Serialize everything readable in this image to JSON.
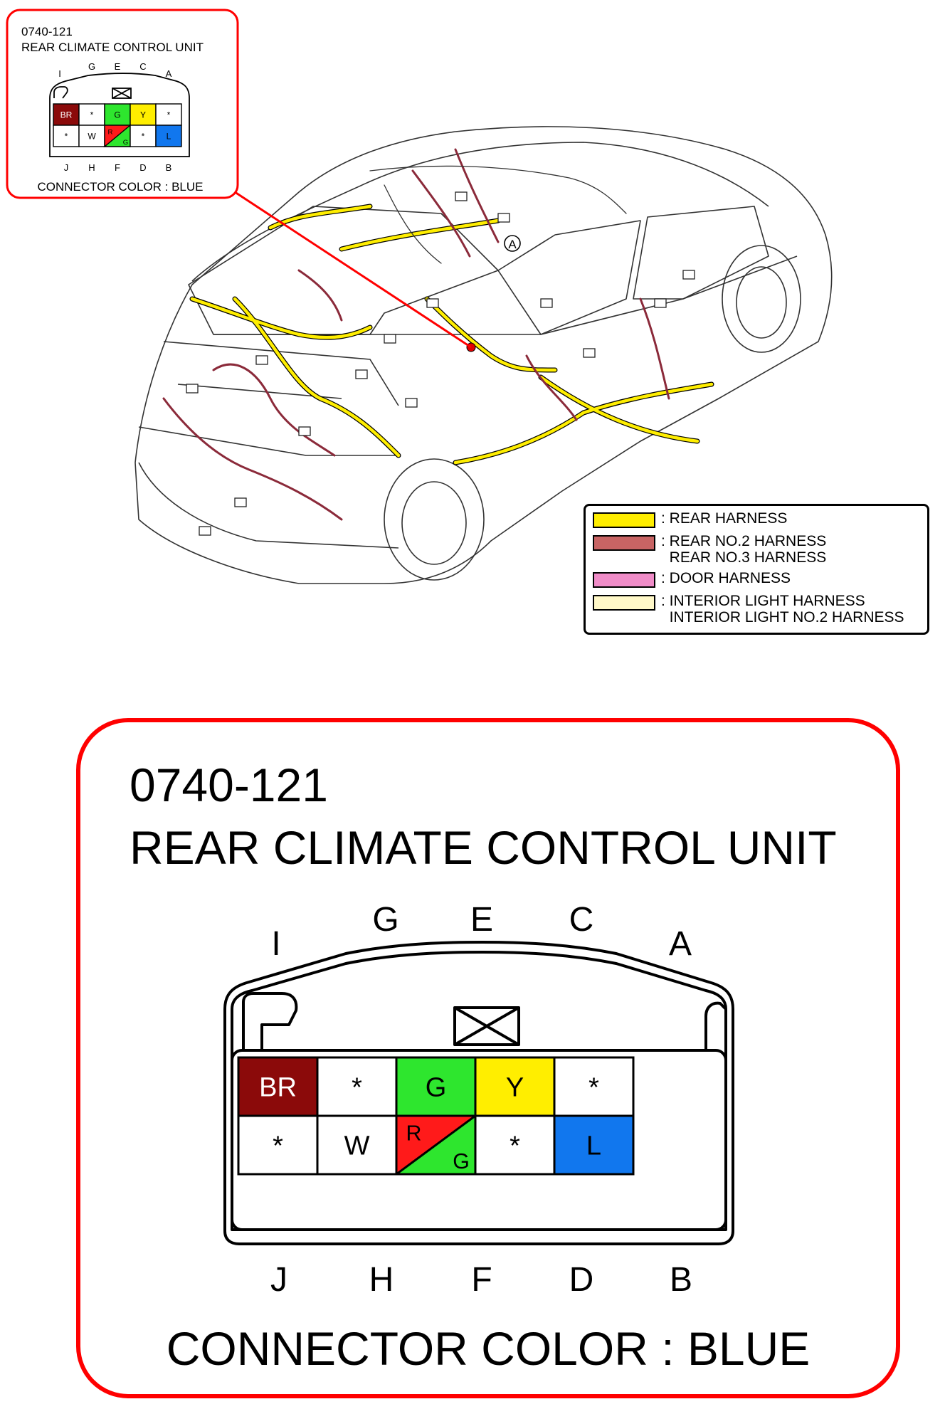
{
  "inset": {
    "code": "0740-121",
    "name": "REAR CLIMATE CONTROL UNIT",
    "top_pins": [
      "I",
      "G",
      "E",
      "C",
      "A"
    ],
    "bottom_pins": [
      "J",
      "H",
      "F",
      "D",
      "B"
    ],
    "connector_color": "CONNECTOR COLOR : BLUE"
  },
  "detail": {
    "code": "0740-121",
    "name": "REAR CLIMATE CONTROL UNIT",
    "top_pins": [
      "I",
      "G",
      "E",
      "C",
      "A"
    ],
    "bottom_pins": [
      "J",
      "H",
      "F",
      "D",
      "B"
    ],
    "connector_color": "CONNECTOR COLOR : BLUE"
  },
  "connector": {
    "top_row": [
      {
        "label": "BR",
        "fill": "#8b0a0a",
        "text_color": "#ffffff"
      },
      {
        "label": "*",
        "fill": "#ffffff",
        "text_color": "#000000"
      },
      {
        "label": "G",
        "fill": "#2ee62e",
        "text_color": "#000000"
      },
      {
        "label": "Y",
        "fill": "#ffee00",
        "text_color": "#000000"
      },
      {
        "label": "*",
        "fill": "#ffffff",
        "text_color": "#000000"
      }
    ],
    "bottom_row": [
      {
        "label": "*",
        "fill": "#ffffff",
        "text_color": "#000000"
      },
      {
        "label": "W",
        "fill": "#ffffff",
        "text_color": "#000000"
      },
      {
        "label": "R",
        "label2": "G",
        "fill": "#ff1a1a",
        "fill2": "#2ee62e",
        "text_color": "#000000",
        "split": true
      },
      {
        "label": "*",
        "fill": "#ffffff",
        "text_color": "#000000"
      },
      {
        "label": "L",
        "fill": "#1177ee",
        "text_color": "#000000"
      }
    ]
  },
  "vehicle": {
    "location_marker": "A"
  },
  "legend": [
    {
      "color": "#ffee00",
      "label": ": REAR HARNESS"
    },
    {
      "color": "#c86464",
      "label": ": REAR NO.2 HARNESS\n  REAR NO.3 HARNESS"
    },
    {
      "color": "#f08cc8",
      "label": ": DOOR HARNESS"
    },
    {
      "color": "#fff8c8",
      "label": ": INTERIOR LIGHT HARNESS\n  INTERIOR LIGHT NO.2 HARNESS"
    }
  ],
  "colors": {
    "frame_red": "#ff0000",
    "line": "#000000"
  }
}
